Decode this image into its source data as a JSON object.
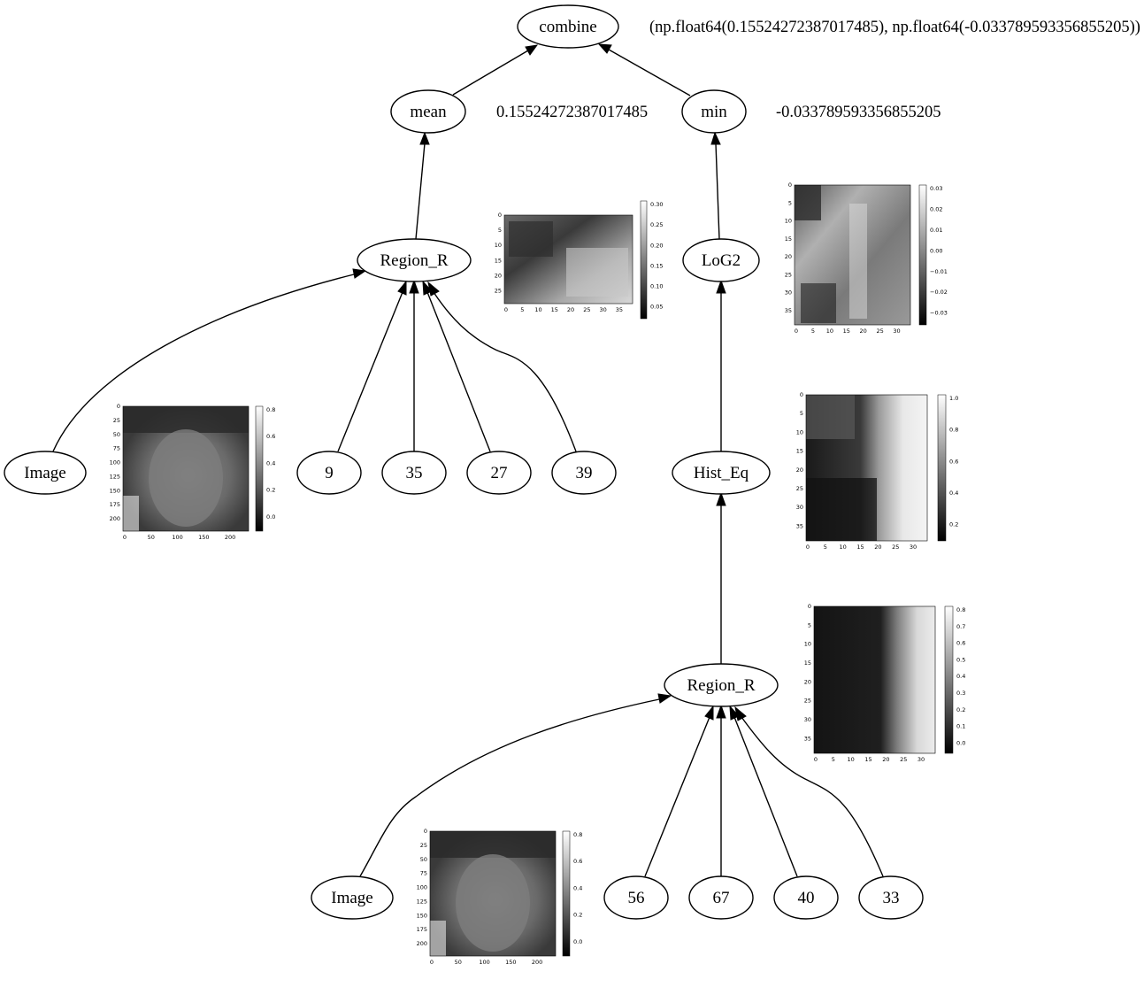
{
  "nodes": {
    "combine": {
      "label": "combine"
    },
    "mean": {
      "label": "mean"
    },
    "min": {
      "label": "min"
    },
    "region_r_top": {
      "label": "Region_R"
    },
    "log2": {
      "label": "LoG2"
    },
    "image_top": {
      "label": "Image"
    },
    "n9": {
      "label": "9"
    },
    "n35": {
      "label": "35"
    },
    "n27": {
      "label": "27"
    },
    "n39": {
      "label": "39"
    },
    "hist_eq": {
      "label": "Hist_Eq"
    },
    "region_r_bottom": {
      "label": "Region_R"
    },
    "image_bottom": {
      "label": "Image"
    },
    "n56": {
      "label": "56"
    },
    "n67": {
      "label": "67"
    },
    "n40": {
      "label": "40"
    },
    "n33": {
      "label": "33"
    }
  },
  "values": {
    "combine": "(np.float64(0.15524272387017485), np.float64(-0.033789593356855205))",
    "mean": "0.15524272387017485",
    "min": "-0.033789593356855205"
  },
  "thumbnails": {
    "image_top": {
      "yticks": [
        "0",
        "25",
        "50",
        "75",
        "100",
        "125",
        "150",
        "175",
        "200"
      ],
      "xticks": [
        "0",
        "50",
        "100",
        "150",
        "200"
      ],
      "cticks": [
        "0.8",
        "0.6",
        "0.4",
        "0.2",
        "0.0"
      ]
    },
    "region_top": {
      "yticks": [
        "0",
        "5",
        "10",
        "15",
        "20",
        "25"
      ],
      "xticks": [
        "0",
        "5",
        "10",
        "15",
        "20",
        "25",
        "30",
        "35"
      ],
      "cticks": [
        "0.30",
        "0.25",
        "0.20",
        "0.15",
        "0.10",
        "0.05"
      ]
    },
    "log2": {
      "yticks": [
        "0",
        "5",
        "10",
        "15",
        "20",
        "25",
        "30",
        "35"
      ],
      "xticks": [
        "0",
        "5",
        "10",
        "15",
        "20",
        "25",
        "30"
      ],
      "cticks": [
        "0.03",
        "0.02",
        "0.01",
        "0.00",
        "−0.01",
        "−0.02",
        "−0.03"
      ]
    },
    "hist_eq": {
      "yticks": [
        "0",
        "5",
        "10",
        "15",
        "20",
        "25",
        "30",
        "35"
      ],
      "xticks": [
        "0",
        "5",
        "10",
        "15",
        "20",
        "25",
        "30"
      ],
      "cticks": [
        "1.0",
        "0.8",
        "0.6",
        "0.4",
        "0.2"
      ]
    },
    "region_bottom": {
      "yticks": [
        "0",
        "5",
        "10",
        "15",
        "20",
        "25",
        "30",
        "35"
      ],
      "xticks": [
        "0",
        "5",
        "10",
        "15",
        "20",
        "25",
        "30"
      ],
      "cticks": [
        "0.8",
        "0.7",
        "0.6",
        "0.5",
        "0.4",
        "0.3",
        "0.2",
        "0.1",
        "0.0"
      ]
    },
    "image_bottom": {
      "yticks": [
        "0",
        "25",
        "50",
        "75",
        "100",
        "125",
        "150",
        "175",
        "200"
      ],
      "xticks": [
        "0",
        "50",
        "100",
        "150",
        "200"
      ],
      "cticks": [
        "0.8",
        "0.6",
        "0.4",
        "0.2",
        "0.0"
      ]
    }
  }
}
